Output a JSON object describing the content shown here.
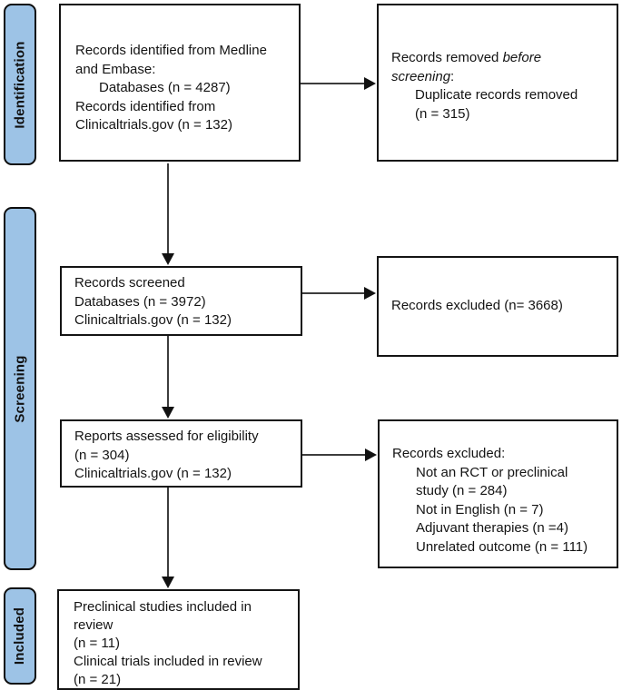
{
  "diagram": {
    "type": "prisma-flow-diagram",
    "colors": {
      "stage_bar_fill": "#9DC3E6",
      "box_border": "#141414",
      "arrow": "#3c3c3c"
    },
    "sidebar": {
      "identification_label": "Identification",
      "screening_label": "Screening",
      "included_label": "Included"
    },
    "boxes": {
      "records_identified": {
        "line1": "Records identified from Medline",
        "line2": "and Embase:",
        "line3": "Databases (n = 4287)",
        "line4": "Records identified from",
        "line5": "Clinicaltrials.gov (n = 132)"
      },
      "records_removed": {
        "line1_normal": "Records removed ",
        "line1_italic": "before",
        "line2_italic": "screening",
        "line2_normal": ":",
        "line3": "Duplicate records removed",
        "line4": "(n = 315)"
      },
      "records_screened": {
        "line1": "Records screened",
        "line2": "Databases (n = 3972)",
        "line3": "Clinicaltrials.gov (n = 132)"
      },
      "records_excluded_screening": {
        "line1": "Records excluded (n= 3668)"
      },
      "reports_assessed": {
        "line1": "Reports assessed for eligibility",
        "line2": "(n = 304)",
        "line3": "Clinicaltrials.gov (n = 132)"
      },
      "records_excluded_eligibility": {
        "line1": "Records excluded:",
        "line2": "Not an RCT or preclinical",
        "line3": "study (n = 284)",
        "line4": "Not in English (n = 7)",
        "line5": "Adjuvant therapies (n =4)",
        "line6": "Unrelated outcome (n = 111)"
      },
      "included_studies": {
        "line1": "Preclinical studies included in",
        "line2": "review",
        "line3": "(n = 11)",
        "line4": "Clinical trials included in review",
        "line5": "(n = 21)"
      }
    }
  }
}
